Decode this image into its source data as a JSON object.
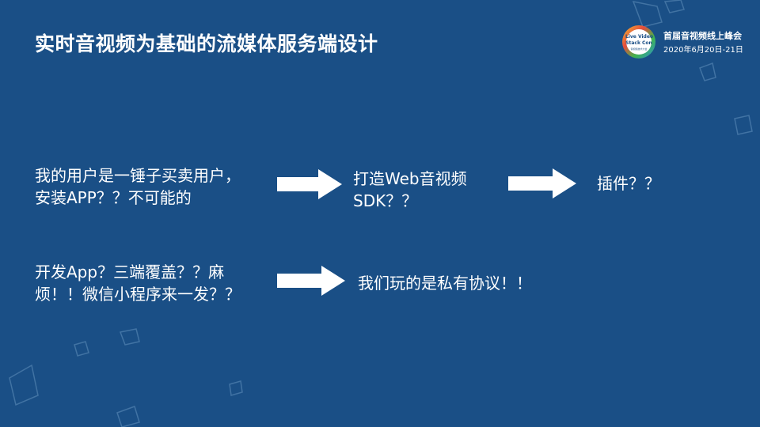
{
  "slide": {
    "title": "实时音视频为基础的流媒体服务端设计",
    "header": {
      "conference_name": "首届音视频线上峰会",
      "conference_date": "2020年6月20日-21日",
      "logo_lines": [
        "Live Video",
        "Stack Con",
        "音视频技术大会"
      ]
    },
    "row1": {
      "left_line1": "我的用户是一锤子买卖用户，",
      "left_line2": "安装APP？？不可能的",
      "middle_line1": "打造Web音视频",
      "middle_line2": "SDK？？",
      "right": "插件？？"
    },
    "row2": {
      "left_line1": "开发App？三端覆盖？？麻",
      "left_line2": "烦！！微信小程序来一发？？",
      "right": "我们玩的是私有协议！！"
    },
    "colors": {
      "background": "#1a4f86",
      "text": "#ffffff",
      "arrow": "#ffffff"
    }
  }
}
